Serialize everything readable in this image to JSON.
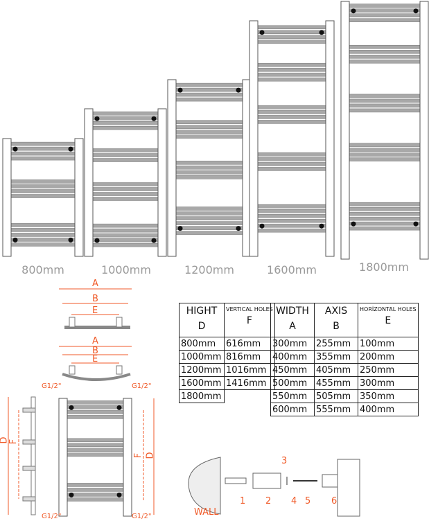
{
  "heights": [
    "800mm",
    "1000mm",
    "1200mm",
    "1600mm",
    "1800mm"
  ],
  "dimensions": {
    "A": "A",
    "B": "B",
    "E": "E",
    "D": "D",
    "F": "F",
    "thread": "G1/2\""
  },
  "height_table": {
    "headers": [
      {
        "title": "HIGHT",
        "letter": "D"
      },
      {
        "title": "VERTICAL HOLES",
        "letter": "F"
      }
    ],
    "rows": [
      [
        "800mm",
        "616mm"
      ],
      [
        "1000mm",
        "816mm"
      ],
      [
        "1200mm",
        "1016mm"
      ],
      [
        "1600mm",
        "1416mm"
      ],
      [
        "1800mm",
        ""
      ]
    ]
  },
  "width_table": {
    "headers": [
      {
        "title": "WIDTH",
        "letter": "A"
      },
      {
        "title": "AXIS",
        "letter": "B"
      },
      {
        "title": "HORİZONTAL HOLES",
        "letter": "E"
      }
    ],
    "rows": [
      [
        "300mm",
        "255mm",
        "100mm"
      ],
      [
        "400mm",
        "355mm",
        "200mm"
      ],
      [
        "450mm",
        "405mm",
        "250mm"
      ],
      [
        "500mm",
        "455mm",
        "300mm"
      ],
      [
        "550mm",
        "505mm",
        "350mm"
      ],
      [
        "600mm",
        "555mm",
        "400mm"
      ]
    ]
  },
  "mounting": {
    "wall": "WALL",
    "parts": [
      "1",
      "2",
      "3",
      "4",
      "5",
      "6"
    ]
  },
  "colors": {
    "accent": "#f05a28",
    "bar": "#a8a8a8",
    "label": "#9a9a9a"
  }
}
